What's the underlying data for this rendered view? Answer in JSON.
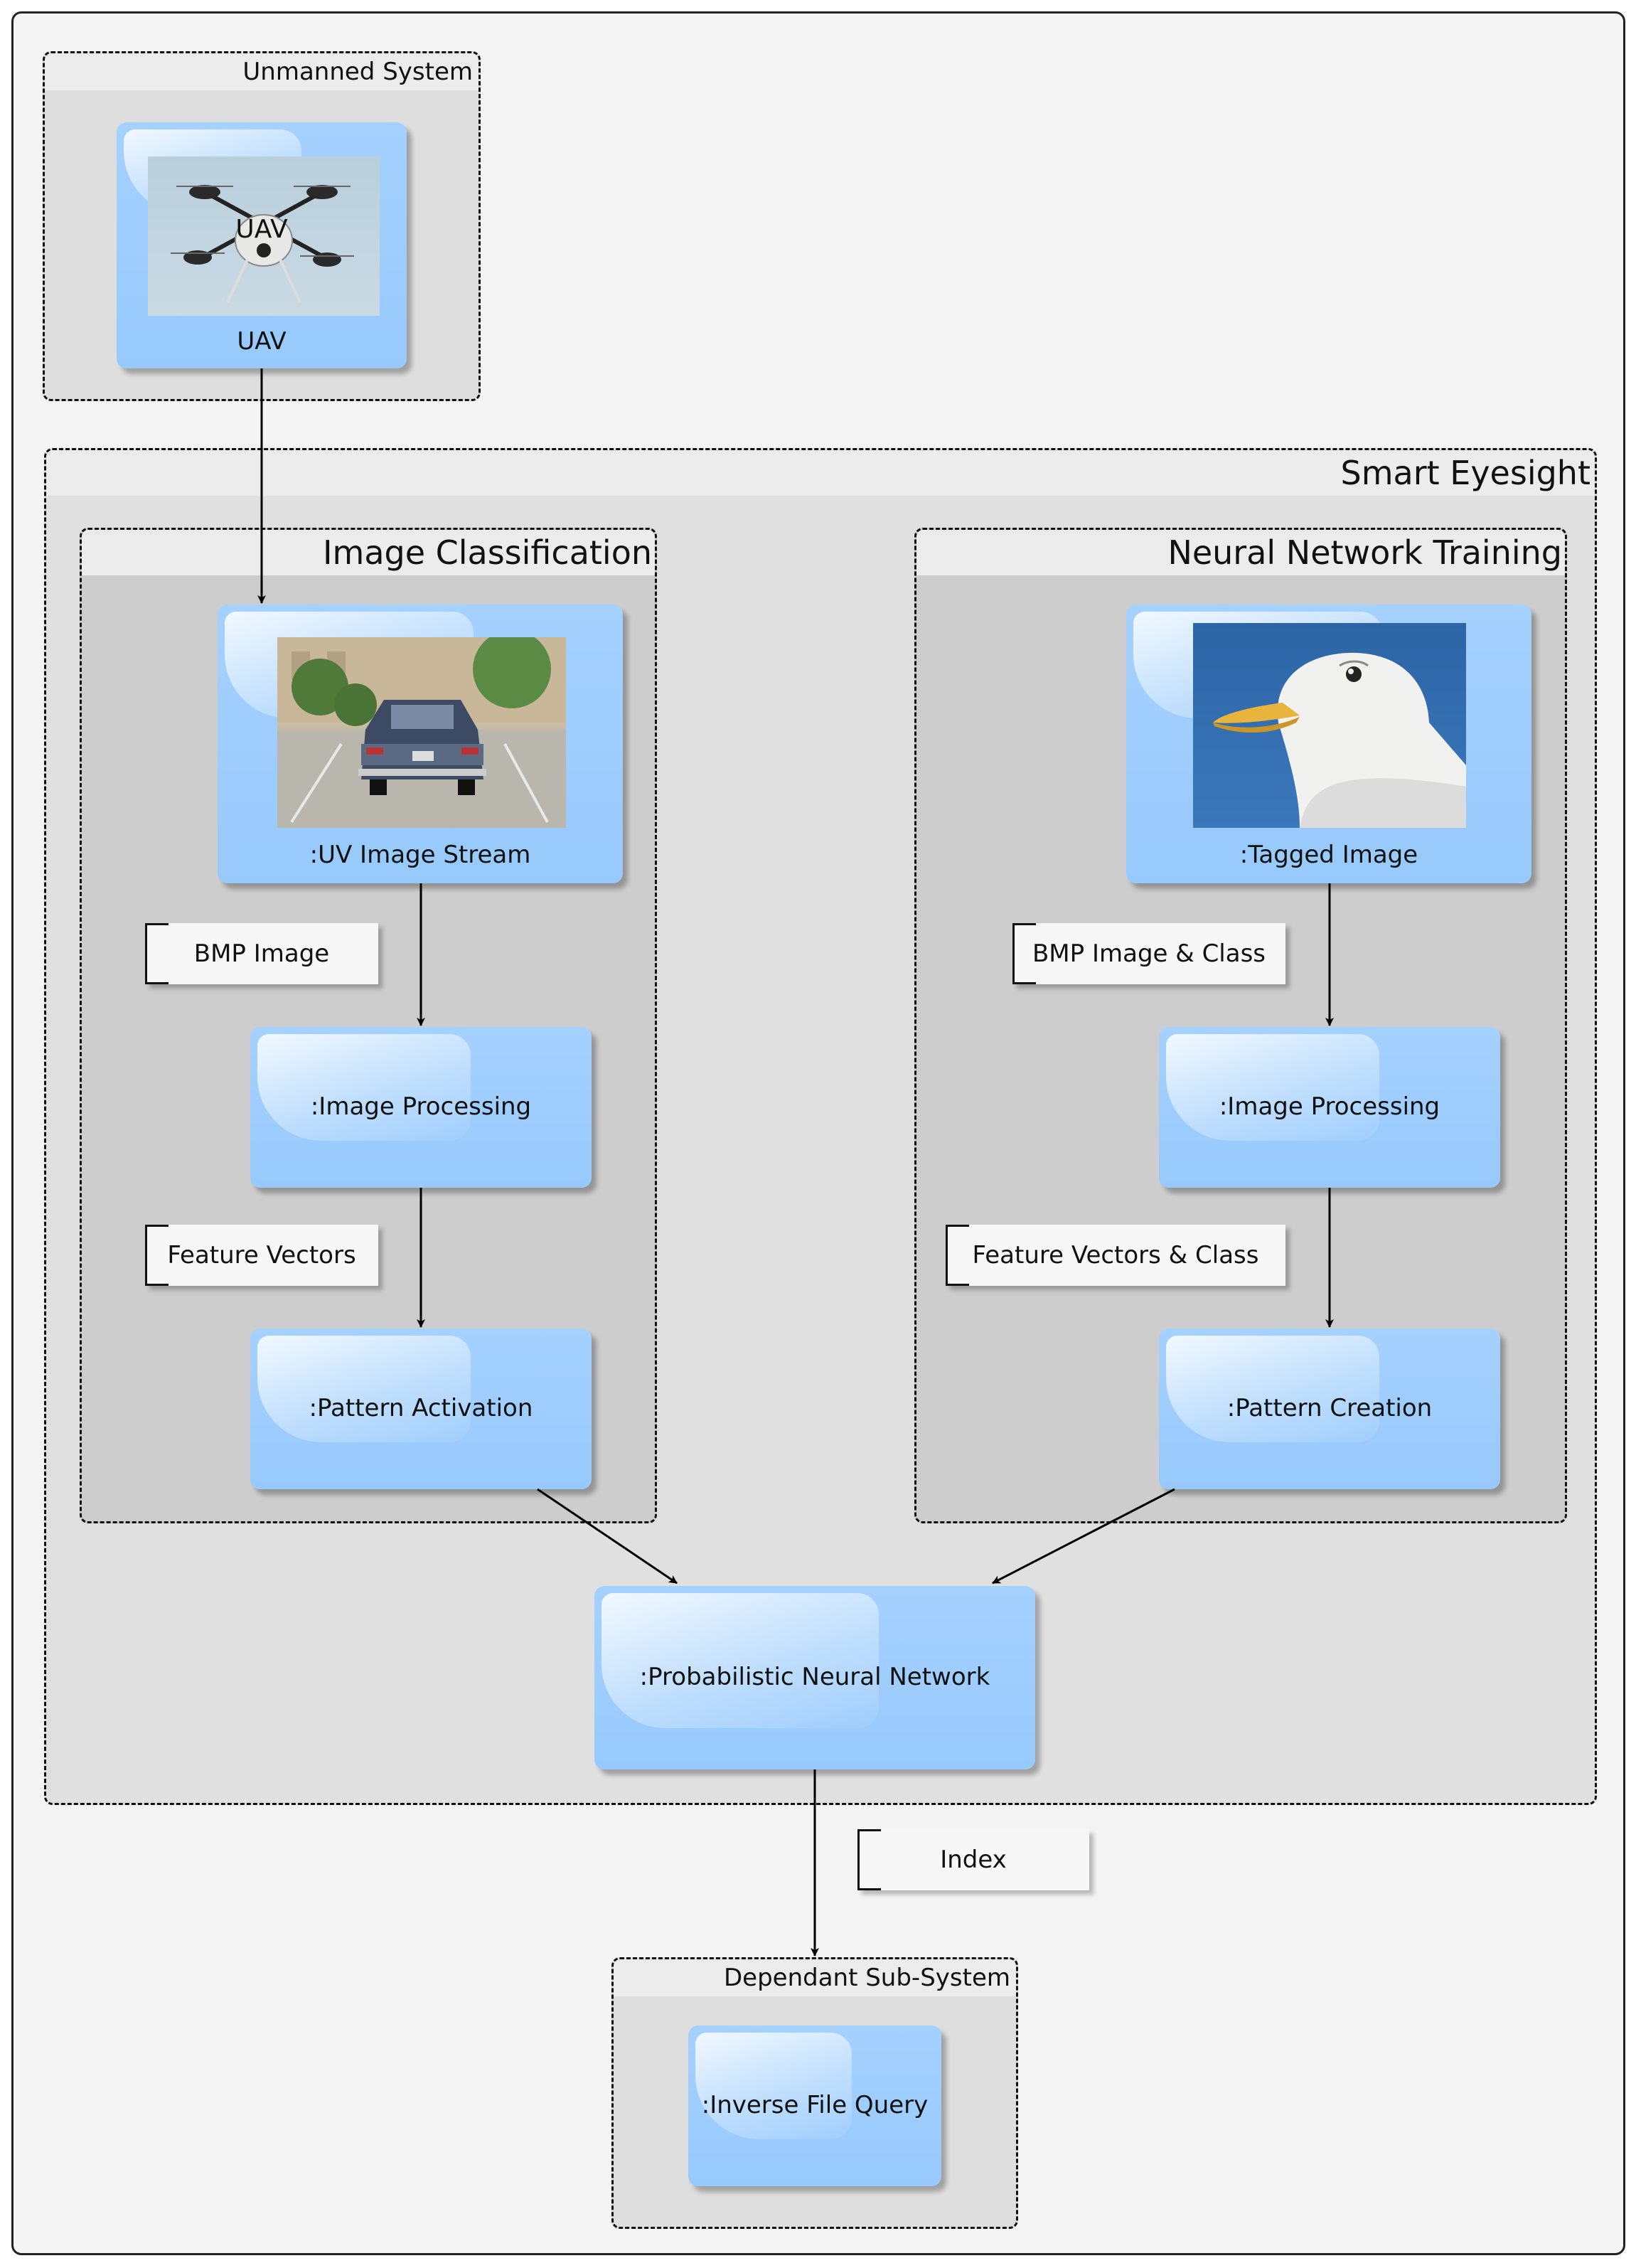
{
  "groups": {
    "unmanned_system": "Unmanned System",
    "smart_eyesight": "Smart Eyesight",
    "image_classification": "Image Classification",
    "neural_network_training": "Neural Network Training",
    "dependant_subsystem": "Dependant Sub-System"
  },
  "nodes": {
    "uav": "UAV",
    "uav_image_caption": "UAV",
    "uv_image_stream": ":UV Image Stream",
    "ic_image_processing": ":Image Processing",
    "pattern_activation": ":Pattern Activation",
    "tagged_image": ":Tagged Image",
    "nn_image_processing": ":Image Processing",
    "pattern_creation": ":Pattern Creation",
    "pnn": ":Probabilistic Neural Network",
    "inverse_file_query": ":Inverse File Query"
  },
  "notes": {
    "bmp_image": "BMP Image",
    "feature_vectors": "Feature Vectors",
    "bmp_image_class": "BMP Image & Class",
    "feature_vectors_class": "Feature Vectors & Class",
    "index": "Index"
  },
  "icons": [
    "drone-photo",
    "car-photo",
    "seagull-photo"
  ],
  "colors": {
    "node_fill": "#99cbfd",
    "group_outer": "#e0e0e0",
    "group_inner": "#cdcdcd",
    "header": "#ececec",
    "edge": "#000000"
  }
}
